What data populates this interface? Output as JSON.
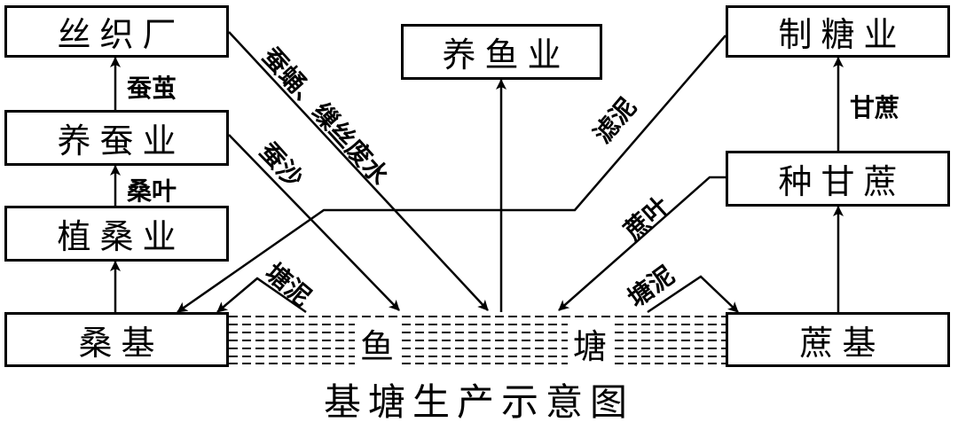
{
  "boxes": {
    "silk_factory": "丝织厂",
    "sericulture": "养蚕业",
    "mulberry_planting": "植桑业",
    "mulberry_dike": "桑基",
    "fish_farming": "养鱼业",
    "sugar_industry": "制糖业",
    "sugarcane_planting": "种甘蔗",
    "sugarcane_dike": "蔗基"
  },
  "pond": {
    "left_char": "鱼",
    "right_char": "塘"
  },
  "labels": {
    "cocoon": "蚕茧",
    "mulberry_leaf": "桑叶",
    "pupa_wastewater": "蚕蛹、缫丝废水",
    "silkworm_excrement": "蚕沙",
    "pond_mud_left": "塘泥",
    "filter_mud": "滤泥",
    "cane_leaf": "蔗叶",
    "pond_mud_right": "塘泥",
    "sugarcane": "甘蔗"
  },
  "caption": "基塘生产示意图"
}
